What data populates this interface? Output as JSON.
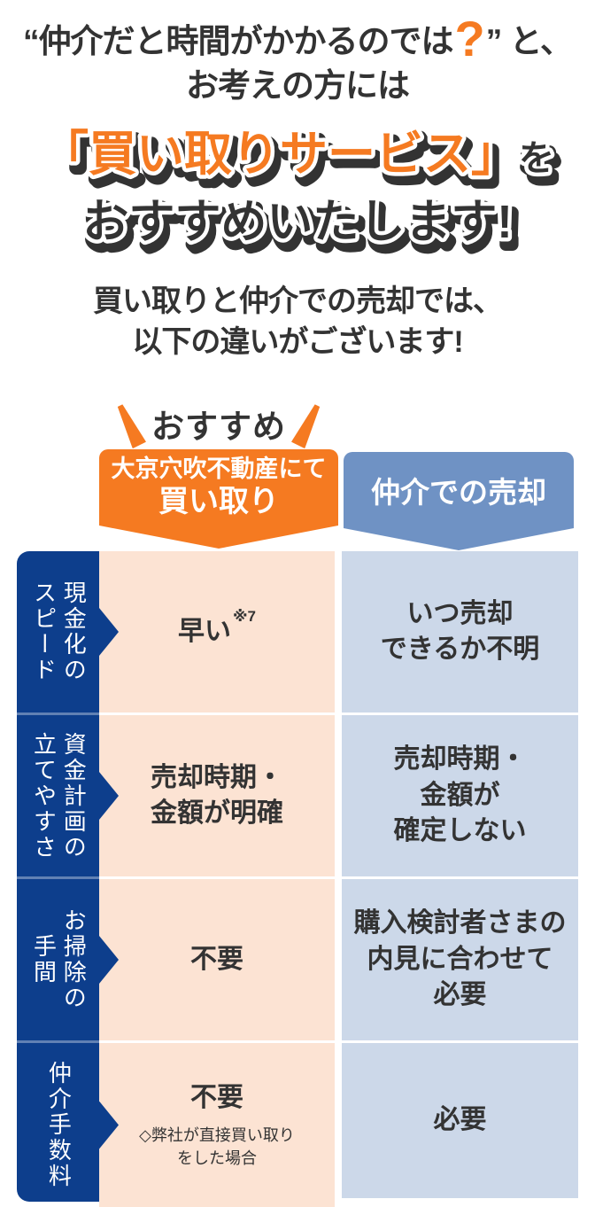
{
  "colors": {
    "orange": "#f57a21",
    "dark_text": "#333333",
    "navy_label": "#0d3e8c",
    "peach_cell": "#fce3d3",
    "blue_cell": "#ccd8e9",
    "header_blue": "#6f92c4"
  },
  "intro": {
    "line1_prefix": "“仲介だと時間がかかるのでは",
    "question_mark": "?",
    "line1_suffix": "” と、",
    "line2": "お考えの方には"
  },
  "banner": {
    "highlight": "「買い取りサービス」",
    "particle": "を",
    "line2": "おすすめいたします!"
  },
  "subtitle": {
    "line1": "買い取りと仲介での売却では、",
    "line2": "以下の違いがございます!"
  },
  "recommend_label": "おすすめ",
  "table": {
    "header_buy_line1": "大京穴吹不動産にて",
    "header_buy_line2": "買い取り",
    "header_broker": "仲介での売却",
    "rows": [
      {
        "label": "現金化の\nスピード",
        "buy": "早い",
        "buy_sup": "※7",
        "broker": "いつ売却\nできるか不明"
      },
      {
        "label": "資金計画の\n立てやすさ",
        "buy": "売却時期・\n金額が明確",
        "broker": "売却時期・\n金額が\n確定しない"
      },
      {
        "label": "お掃除の\n手間",
        "buy": "不要",
        "broker": "購入検討者さまの\n内見に合わせて\n必要"
      },
      {
        "label": "仲介手数料",
        "buy": "不要",
        "buy_note": "◇弊社が直接買い取り\nをした場合",
        "broker": "必要"
      }
    ]
  }
}
